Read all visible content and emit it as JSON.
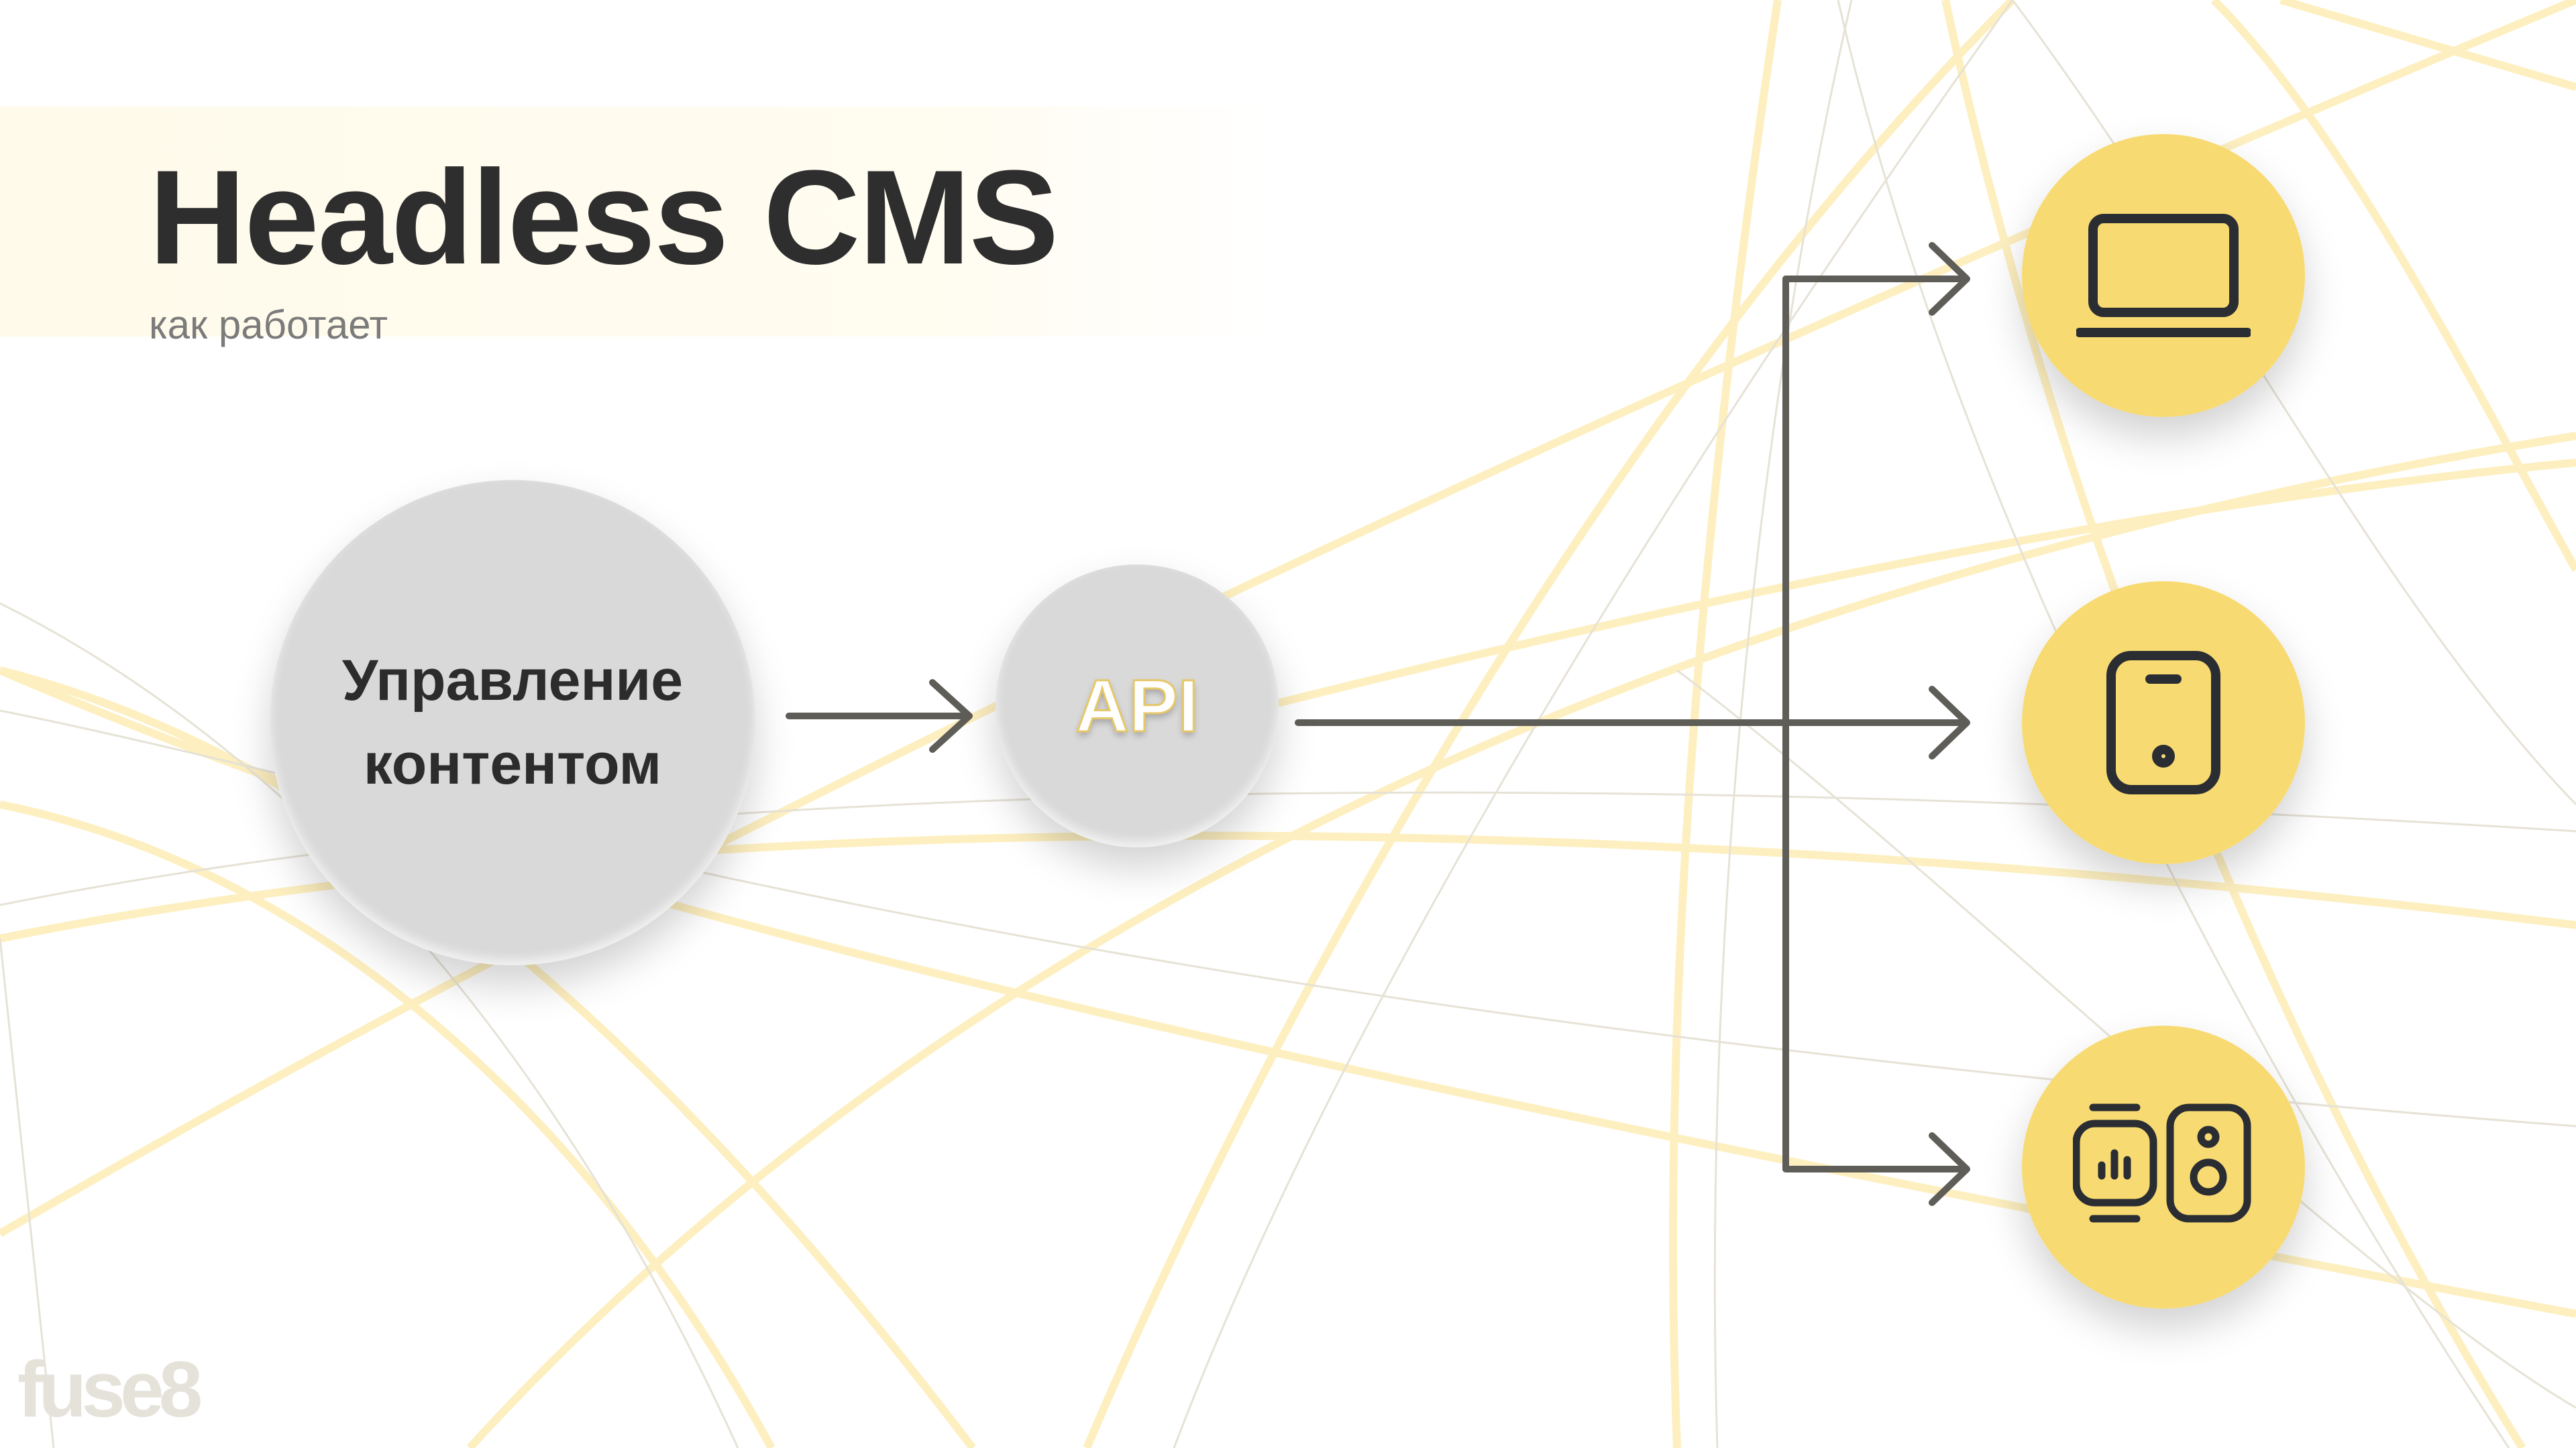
{
  "header": {
    "title": "Headless CMS",
    "subtitle": "как работает"
  },
  "nodes": {
    "cms": {
      "line1": "Управление",
      "line2": "контентом"
    },
    "api": {
      "label": "API"
    },
    "devices": [
      {
        "icon": "laptop-icon"
      },
      {
        "icon": "tablet-icon"
      },
      {
        "icon": "smart-devices-icon"
      }
    ]
  },
  "logo": {
    "text": "fuse8"
  },
  "colors": {
    "accent": "#f8da72",
    "arrow": "#5f5d57",
    "title": "#2e2e2e"
  }
}
